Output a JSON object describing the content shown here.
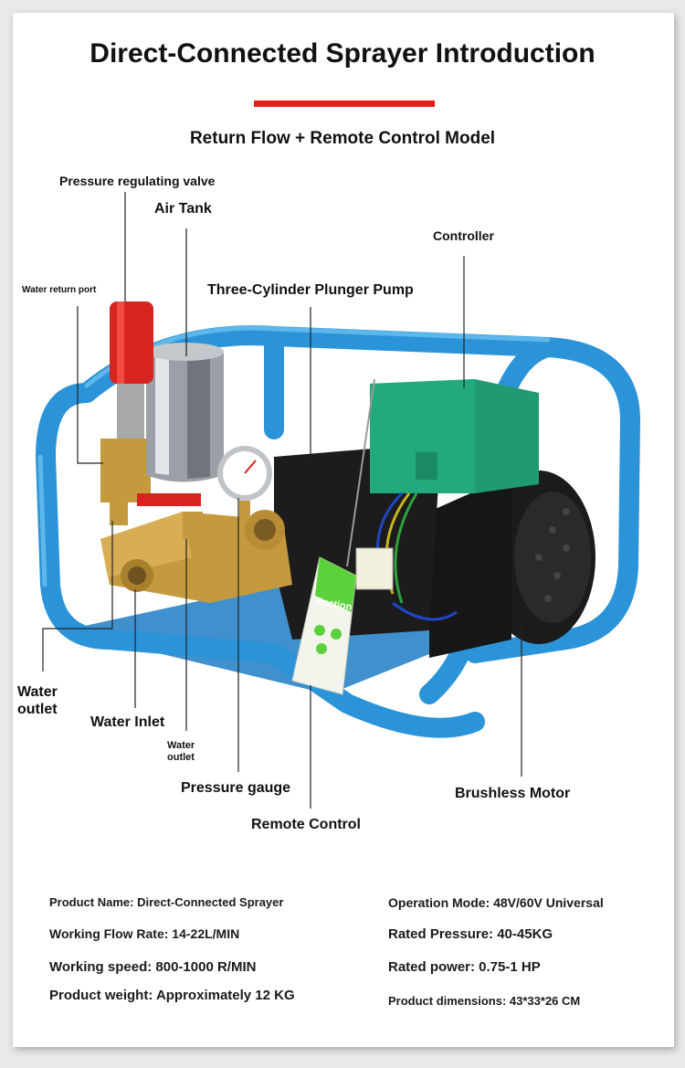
{
  "header": {
    "title": "Direct-Connected Sprayer Introduction",
    "subtitle": "Return Flow + Remote Control Model"
  },
  "colors": {
    "accent": "#e31c1c",
    "frame_blue": "#2b93d8",
    "controller_green": "#1f9a72",
    "brass": "#c59a3e",
    "valve_red": "#d8231f"
  },
  "callouts": {
    "pressure_regulating_valve": "Pressure regulating valve",
    "air_tank": "Air Tank",
    "controller": "Controller",
    "water_return_port": "Water return port",
    "three_cylinder_pump": "Three-Cylinder Plunger Pump",
    "water_outlet_left": "Water outlet",
    "water_inlet": "Water Inlet",
    "water_outlet_bottom": "Water outlet",
    "pressure_gauge": "Pressure gauge",
    "remote_control": "Remote Control",
    "brushless_motor": "Brushless Motor"
  },
  "remote_label": "Suction",
  "specs": {
    "product_name": "Product Name: Direct-Connected Sprayer",
    "working_flow_rate": "Working Flow Rate: 14-22L/MIN",
    "working_speed": "Working speed: 800-1000 R/MIN",
    "product_weight": "Product weight: Approximately 12 KG",
    "operation_mode": "Operation Mode: 48V/60V Universal",
    "rated_pressure": "Rated Pressure: 40-45KG",
    "rated_power": "Rated power: 0.75-1 HP",
    "product_dimensions": "Product dimensions: 43*33*26 CM"
  }
}
